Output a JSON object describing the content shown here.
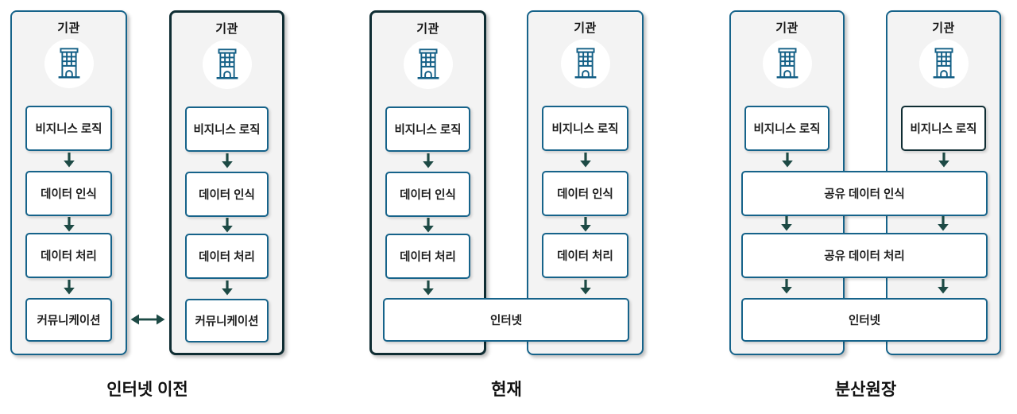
{
  "sections": [
    {
      "caption": "인터넷 이전",
      "connector": "bidirectional-arrow",
      "panels": [
        {
          "title": "기관",
          "highlighted": false,
          "boxes": [
            "비지니스 로직",
            "데이터 인식",
            "데이터 처리",
            "커뮤니케이션"
          ]
        },
        {
          "title": "기관",
          "highlighted": true,
          "boxes": [
            "비지니스 로직",
            "데이터 인식",
            "데이터 처리",
            "커뮤니케이션"
          ]
        }
      ]
    },
    {
      "caption": "현재",
      "panels": [
        {
          "title": "기관",
          "highlighted": true,
          "boxes": [
            "비지니스 로직",
            "데이터 인식",
            "데이터 처리"
          ]
        },
        {
          "title": "기관",
          "highlighted": false,
          "boxes": [
            "비지니스 로직",
            "데이터 인식",
            "데이터 처리"
          ]
        }
      ],
      "shared_boxes": [
        "인터넷"
      ]
    },
    {
      "caption": "분산원장",
      "panels": [
        {
          "title": "기관",
          "highlighted": false,
          "boxes": [
            "비지니스 로직"
          ],
          "highlighted_box": false
        },
        {
          "title": "기관",
          "highlighted": false,
          "boxes": [
            "비지니스 로직"
          ],
          "highlighted_box": true
        }
      ],
      "shared_boxes": [
        "공유 데이터 인식",
        "공유 데이터 처리",
        "인터넷"
      ]
    }
  ],
  "colors": {
    "teal_border": "#16638a",
    "dark_border": "#0f2d33",
    "arrow": "#1d4a45",
    "icon": "#135f86",
    "panel_fill": "#f3f3f3"
  }
}
